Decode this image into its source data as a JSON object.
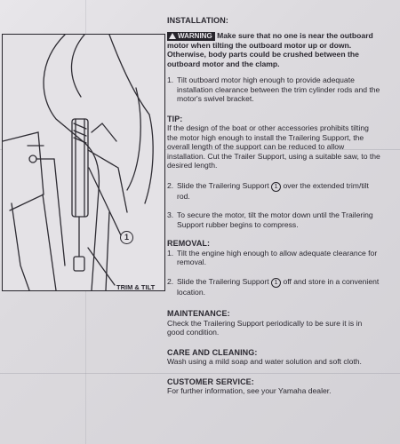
{
  "installation": {
    "heading": "INSTALLATION:",
    "warning_label": "WARNING",
    "warning_text": "Make sure that no one is near the outboard motor when tilting the outboard motor up or down. Otherwise, body parts could be crushed between the outboard motor and the clamp.",
    "step1": "Tilt outboard motor high enough to provide adequate installation clearance between the trim cylinder rods and the motor's swivel bracket."
  },
  "tip": {
    "heading": "TIP:",
    "text": "If the design of the boat or other accessories prohibits tilting the motor high enough to install the Trailering Support, the overall length of the support can be reduced to allow installation. Cut the Trailer Support, using a suitable saw, to the desired length."
  },
  "steps": {
    "step2_a": "Slide the Trailering Support",
    "step2_b": "over the extended trim/tilt rod.",
    "step3": "To secure the motor, tilt the motor down until the Trailering Support rubber begins to compress."
  },
  "removal": {
    "heading": "REMOVAL:",
    "step1": "Tilt the engine high enough to allow adequate clearance for removal.",
    "step2_a": "Slide the Trailering Support",
    "step2_b": "off and store in a convenient location."
  },
  "maintenance": {
    "heading": "MAINTENANCE:",
    "text": "Check the Trailering Support periodically to be sure it is in good condition."
  },
  "care": {
    "heading": "CARE AND CLEANING:",
    "text": "Wash using a mild soap and water solution and soft cloth."
  },
  "service": {
    "heading": "CUSTOMER SERVICE:",
    "text": "For further information, see your Yamaha dealer."
  },
  "figure": {
    "callout": "1",
    "label": "TRIM & TILT CYLINDER"
  },
  "numbers": {
    "n1": "1.",
    "n2": "2.",
    "n3": "3."
  }
}
